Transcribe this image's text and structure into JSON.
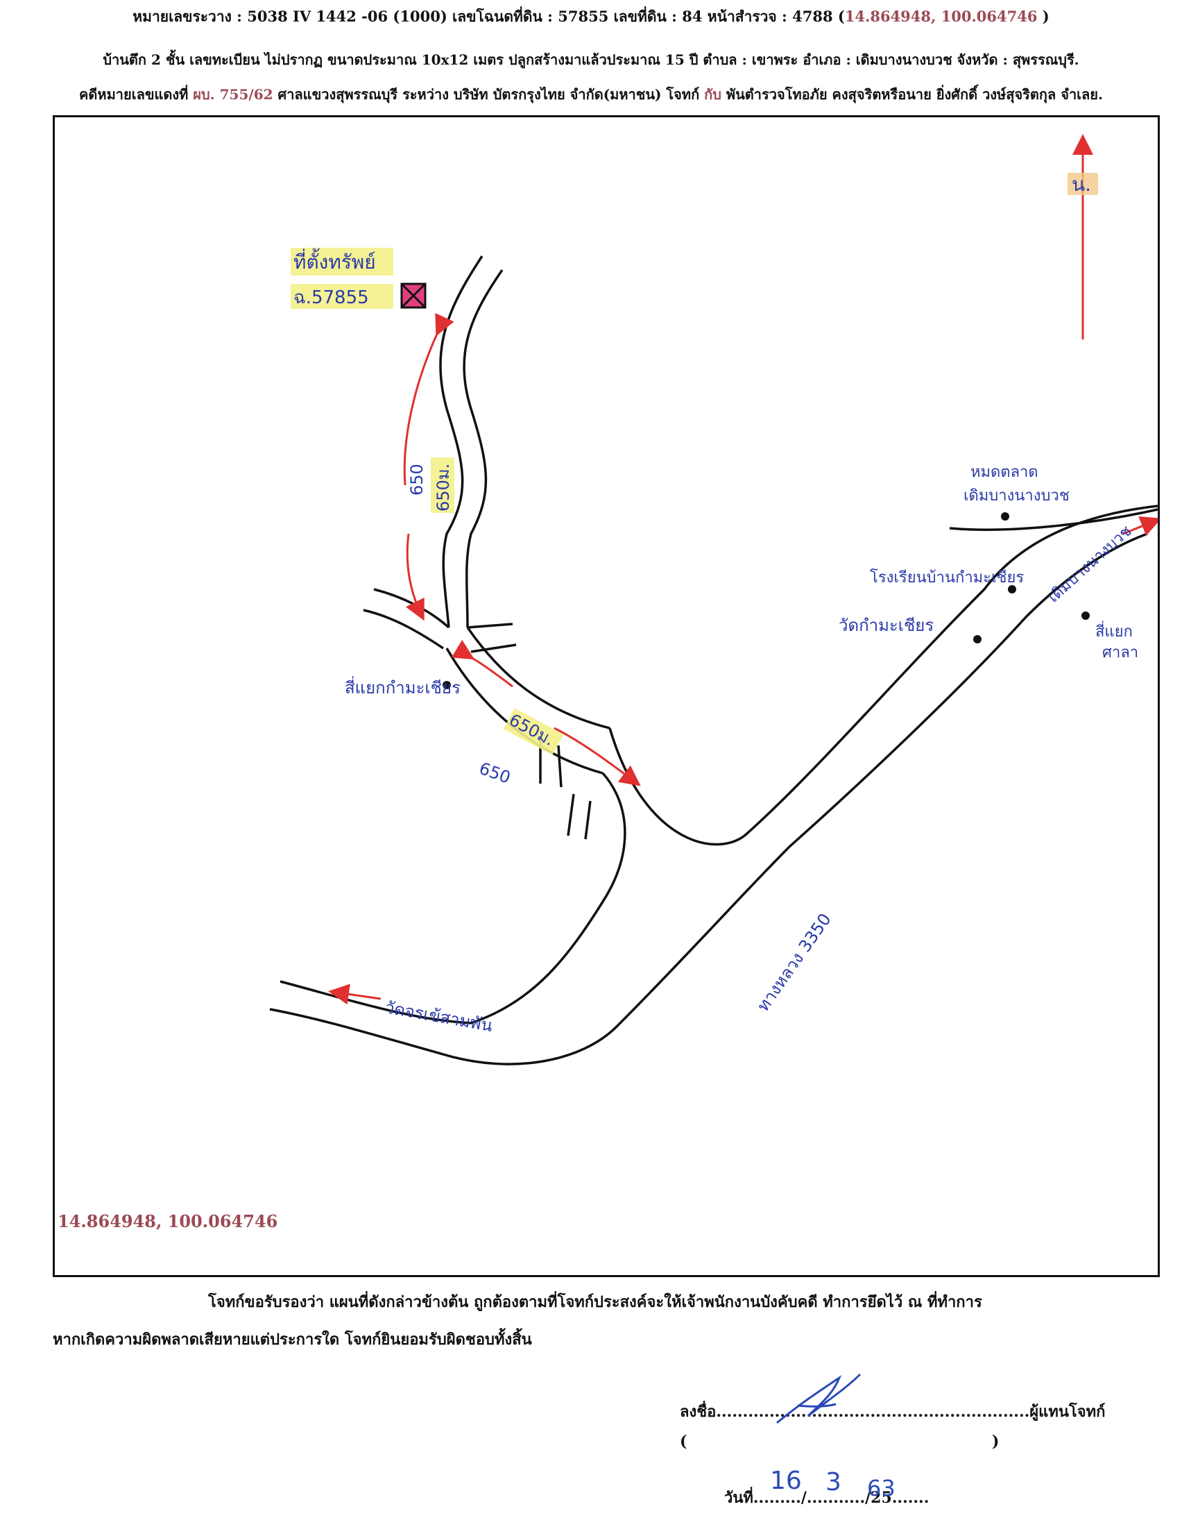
{
  "header": {
    "line1": "หมายเลขระวาง : 5038 IV 1442 -06 (1000) เลขโฉนดที่ดิน : 57855 เลขที่ดิน : 84 หน้าสำรวจ : 4788 (",
    "line1_coord": "14.864948, 100.064746",
    "line1_end": " )",
    "line2": "บ้านตึก 2 ชั้น เลขทะเบียน ไม่ปรากฏ ขนาดประมาณ 10x12 เมตร ปลูกสร้างมาแล้วประมาณ 15 ปี ตำบล : เขาพระ อำเภอ : เดิมบางนางบวช จังหวัด : สุพรรณบุรี.",
    "line3_a": "คดีหมายเลขแดงที่ ",
    "line3_case": "ผบ. 755/62",
    "line3_b": " ศาลแขวงสุพรรณบุรี ระหว่าง บริษัท บัตรกรุงไทย จำกัด(มหาชน) โจทก์ ",
    "line3_with": "กับ",
    "line3_c": " พันตำรวจโทอภัย คงสุจริตหรือนาย ยิ่งศักดิ์ วงษ์สุจริตกุล จำเลย."
  },
  "map": {
    "coordinates": "14.864948, 100.064746",
    "north_label": "น.",
    "property_label": "ที่ตั้งทรัพย์",
    "deed_label": "ฉ.57855",
    "distance_1_pencil": "650",
    "distance_1": "650ม.",
    "distance_2": "650ม.",
    "distance_2_pencil": "650",
    "landmark_1": "สี่แยกกำมะเชียร",
    "landmark_2": "หมดตลาด",
    "landmark_2b": "เดิมบางนางบวช",
    "landmark_3": "โรงเรียนบ้านกำมะเชียร",
    "landmark_4": "วัดกำมะเชียร",
    "landmark_5": "สี่แยก",
    "landmark_5b": "ศาลา",
    "road_1": "เดิมบางนางบวช",
    "road_2": "ทางหลวง 3350",
    "road_3": "วัดจรเข้สามพัน"
  },
  "certification": {
    "line1": "โจทก์ขอรับรองว่า แผนที่ดังกล่าวข้างต้น ถูกต้องตามที่โจทก์ประสงค์จะให้เจ้าพนักงานบังคับคดี ทำการยึดไว้ ณ ที่ทำการ",
    "line2": "หากเกิดความผิดพลาดเสียหายแต่ประการใด โจทก์ยินยอมรับผิดชอบทั้งสิ้น"
  },
  "signature": {
    "sign_label": "ลงชื่อ...........................................................ผู้แทนโจทก์",
    "paren_open": "(",
    "paren_close": ")",
    "date_label": "วันที่........./.........../25.......",
    "date_day": "16",
    "date_month": "3",
    "date_year": "63"
  }
}
